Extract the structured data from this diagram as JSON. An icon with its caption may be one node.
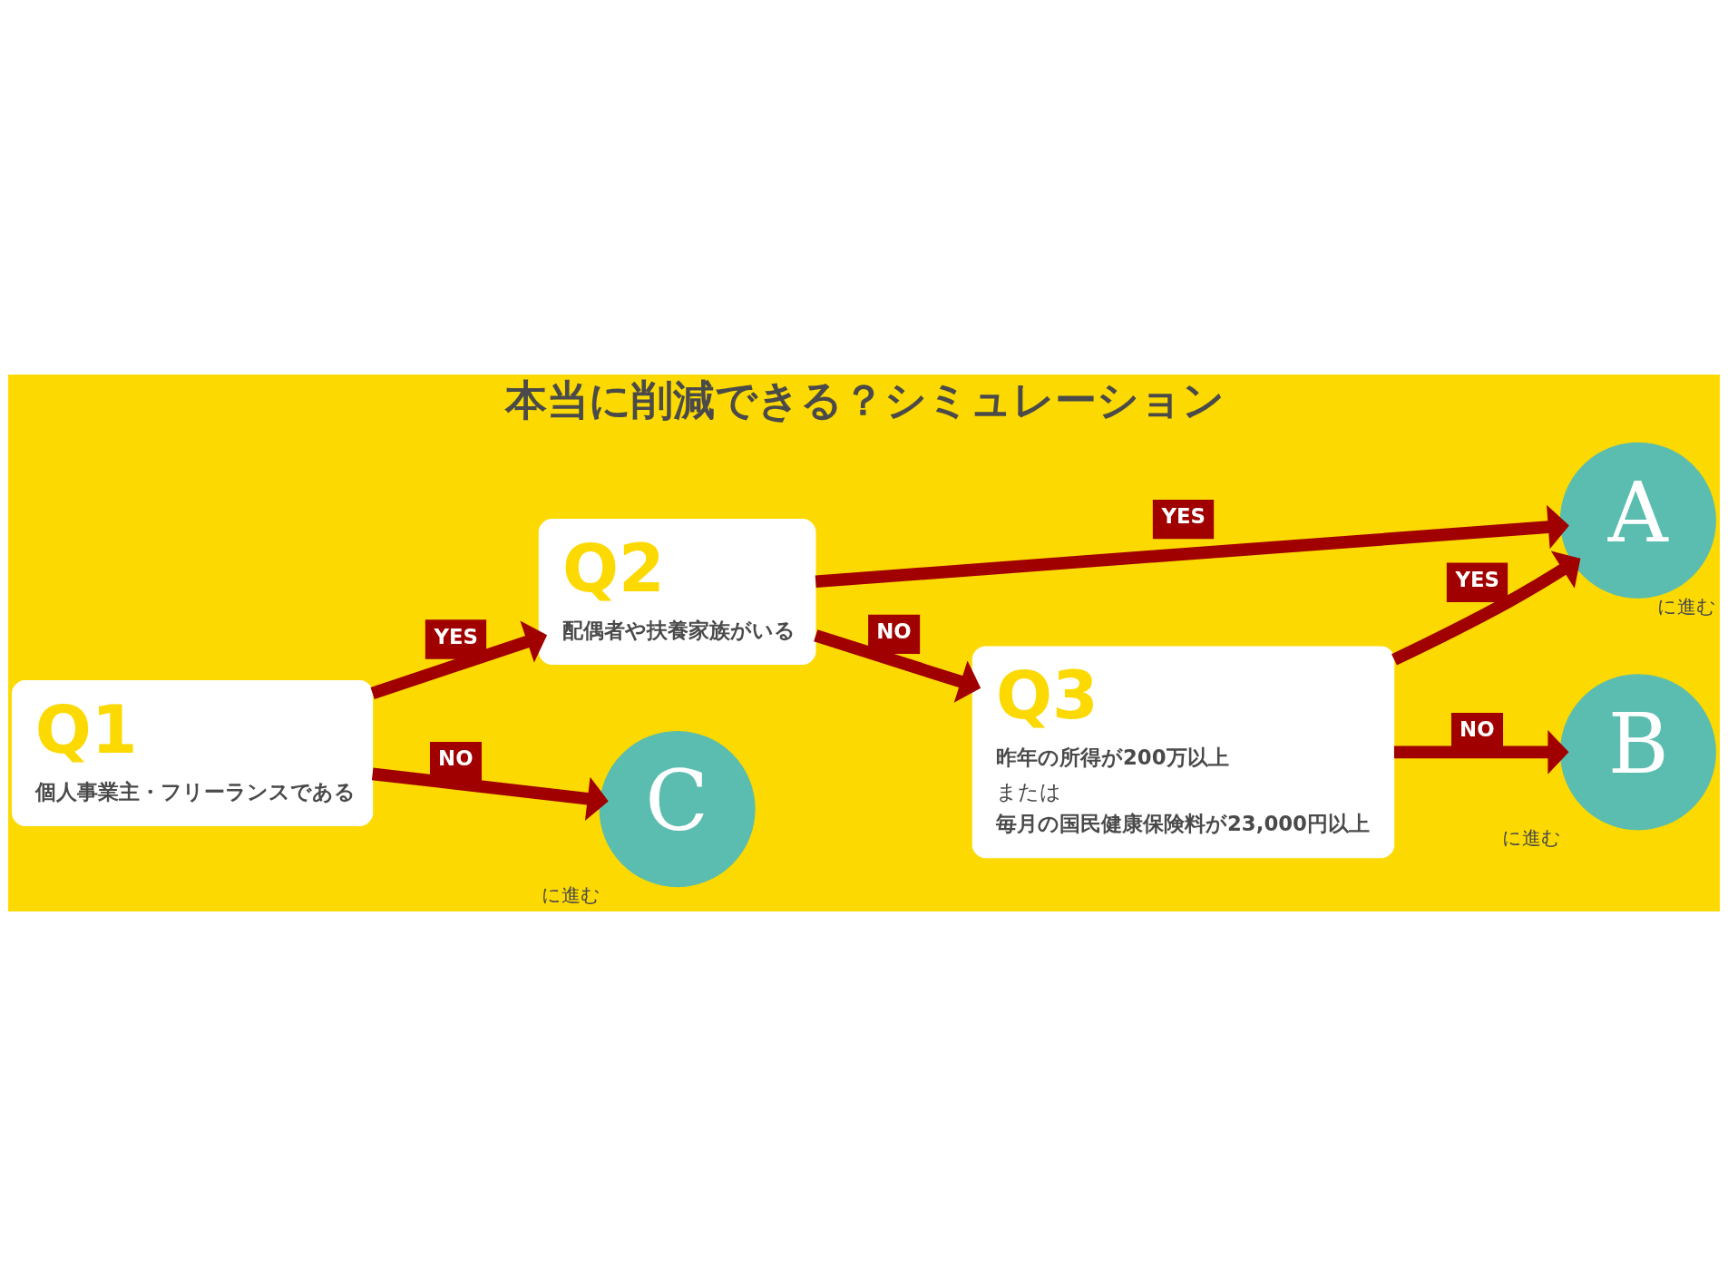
{
  "diagram": {
    "title": "本当に削減できる？シミュレーション",
    "nodes": [
      {
        "text": [
          "Q1",
          "個人事業主・フリーランスである"
        ]
      },
      {
        "text": [
          "Q2",
          "配偶者や扶養家族がいる"
        ]
      },
      {
        "text": [
          "Q3",
          "昨年の所得が200万以上",
          "または",
          "毎月の国民健康保険料が23,000円以上"
        ]
      },
      {
        "text": [
          "A"
        ],
        "beside": [
          "に進む"
        ]
      },
      {
        "text": [
          "B"
        ],
        "beside": [
          "に進む"
        ]
      },
      {
        "text": [
          "C"
        ],
        "beside": [
          "に進む"
        ]
      }
    ],
    "edges": [
      {
        "from": 0,
        "to": 1,
        "arrow": "to",
        "label": "YES"
      },
      {
        "from": 0,
        "to": 5,
        "arrow": "to",
        "label": "NO"
      },
      {
        "from": 1,
        "to": 3,
        "arrow": "to",
        "label": "YES"
      },
      {
        "from": 1,
        "to": 2,
        "arrow": "to",
        "label": "NO"
      },
      {
        "from": 2,
        "to": 3,
        "arrow": "to",
        "label": "YES"
      },
      {
        "from": 2,
        "to": 4,
        "arrow": "to",
        "label": "NO"
      }
    ]
  }
}
